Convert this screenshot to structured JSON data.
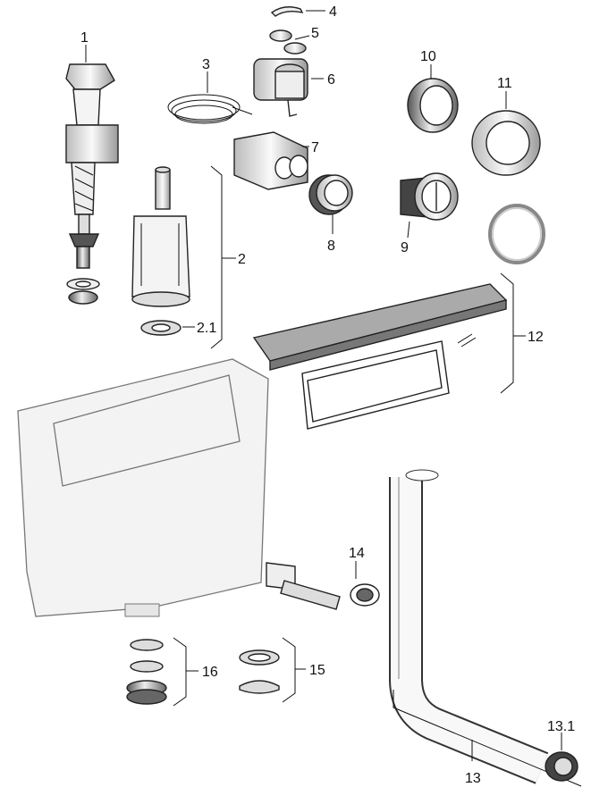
{
  "callouts": {
    "c1": "1",
    "c2": "2",
    "c2_1": "2.1",
    "c3": "3",
    "c4": "4",
    "c5": "5",
    "c6": "6",
    "c7": "7",
    "c8": "8",
    "c9": "9",
    "c10": "10",
    "c11": "11",
    "c12": "12",
    "c13": "13",
    "c13_1": "13.1",
    "c14": "14",
    "c15": "15",
    "c16": "16"
  }
}
